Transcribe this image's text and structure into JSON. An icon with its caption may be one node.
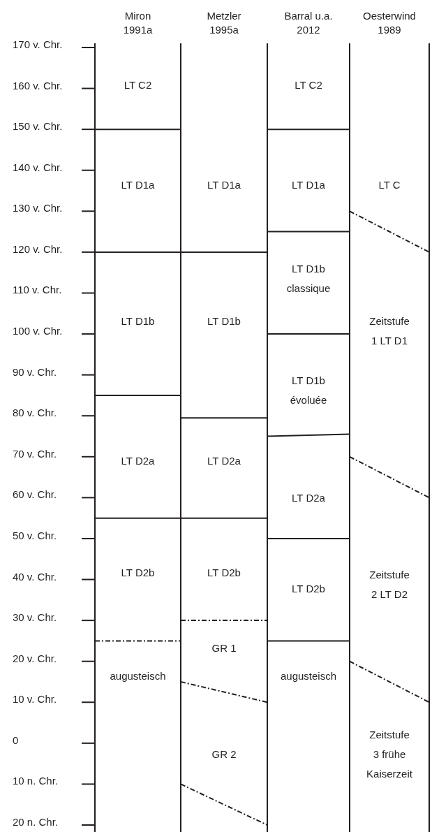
{
  "diagram": {
    "nodes": [
      {
        "text": [
          "LT C2"
        ]
      },
      {
        "text": [
          "LT D1a"
        ]
      },
      {
        "text": [
          "LT D1b"
        ]
      },
      {
        "text": [
          "LT D2a"
        ]
      },
      {
        "text": [
          "LT D2b"
        ]
      },
      {
        "text": [
          "augusteisch"
        ]
      },
      {
        "text": [
          "LT D1a"
        ]
      },
      {
        "text": [
          "LT D1b"
        ]
      },
      {
        "text": [
          "LT D2a"
        ]
      },
      {
        "text": [
          "LT D2b"
        ]
      },
      {
        "text": [
          "GR 1"
        ]
      },
      {
        "text": [
          "GR 2"
        ]
      },
      {
        "text": [
          "LT C2"
        ]
      },
      {
        "text": [
          "LT D1a"
        ]
      },
      {
        "text": [
          "LT D1b classique"
        ]
      },
      {
        "text": [
          "LT D1b évoluée"
        ]
      },
      {
        "text": [
          "LT D2a"
        ]
      },
      {
        "text": [
          "LT D2b"
        ]
      },
      {
        "text": [
          "augusteisch"
        ]
      },
      {
        "text": [
          "LT C"
        ]
      },
      {
        "text": [
          "Zeitstufe 1 LT D1"
        ]
      },
      {
        "text": [
          "Zeitstufe 2 LT D2"
        ]
      },
      {
        "text": [
          "Zeitstufe 3 frühe Kaiserzeit"
        ]
      }
    ],
    "labels": [
      "Miron 1991a",
      "Metzler 1995a",
      "Barral u.a. 2012",
      "Oesterwind 1989",
      "170 v. Chr.",
      "160 v. Chr.",
      "150 v. Chr.",
      "140 v. Chr.",
      "130 v. Chr.",
      "120 v. Chr.",
      "110 v. Chr.",
      "100 v. Chr.",
      "90 v. Chr.",
      "80 v. Chr.",
      "70 v. Chr.",
      "60 v. Chr.",
      "50 v. Chr.",
      "40 v. Chr.",
      "30 v. Chr.",
      "20 v. Chr.",
      "10 v. Chr.",
      "0",
      "10 n. Chr.",
      "20 n. Chr."
    ]
  }
}
